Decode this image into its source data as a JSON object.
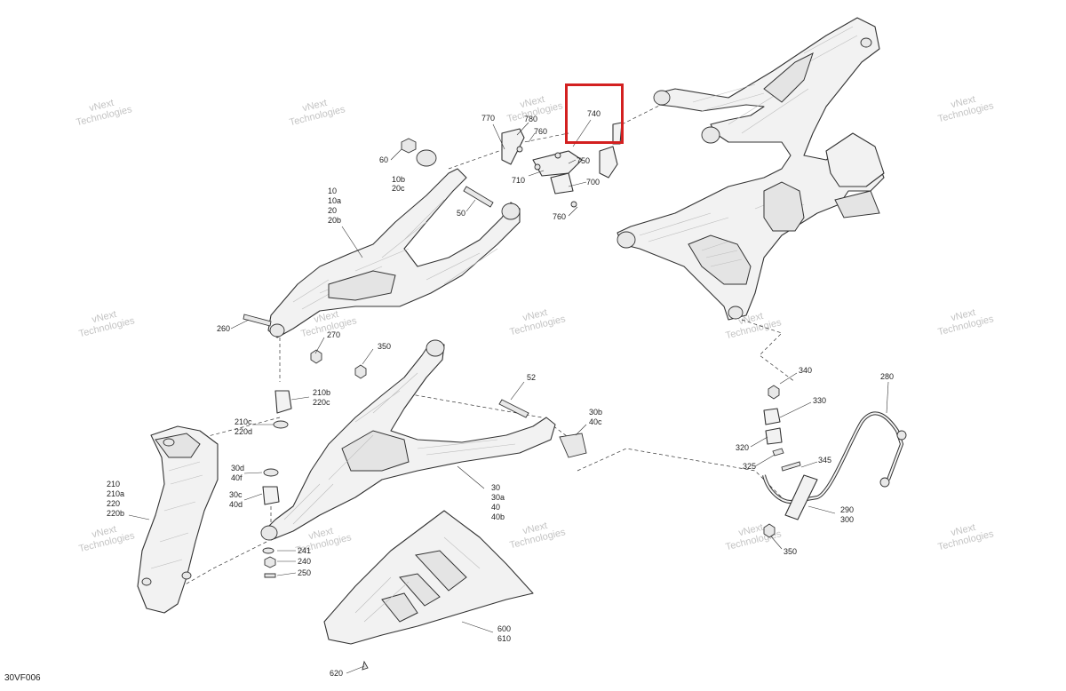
{
  "diagram": {
    "reference_code": "30VF006",
    "watermark_text": [
      "vNext",
      "Technologies"
    ],
    "highlight_color": "#d32020",
    "callouts": [
      {
        "id": "c740",
        "text": "740"
      },
      {
        "id": "c770",
        "text": "770"
      },
      {
        "id": "c780",
        "text": "780"
      },
      {
        "id": "c760a",
        "text": "760"
      },
      {
        "id": "c750",
        "text": "750"
      },
      {
        "id": "c710",
        "text": "710"
      },
      {
        "id": "c700",
        "text": "700"
      },
      {
        "id": "c760b",
        "text": "760"
      },
      {
        "id": "c60",
        "text": "60"
      },
      {
        "id": "c10b",
        "text": "10b"
      },
      {
        "id": "c20c",
        "text": "20c"
      },
      {
        "id": "c50",
        "text": "50"
      },
      {
        "id": "c10",
        "text": "10"
      },
      {
        "id": "c10a",
        "text": "10a"
      },
      {
        "id": "c20",
        "text": "20"
      },
      {
        "id": "c20b",
        "text": "20b"
      },
      {
        "id": "c260",
        "text": "260"
      },
      {
        "id": "c270",
        "text": "270"
      },
      {
        "id": "c350a",
        "text": "350"
      },
      {
        "id": "c52",
        "text": "52"
      },
      {
        "id": "c210b",
        "text": "210b"
      },
      {
        "id": "c220c",
        "text": "220c"
      },
      {
        "id": "c210c",
        "text": "210c"
      },
      {
        "id": "c220d",
        "text": "220d"
      },
      {
        "id": "c30b",
        "text": "30b"
      },
      {
        "id": "c40c",
        "text": "40c"
      },
      {
        "id": "c30d",
        "text": "30d"
      },
      {
        "id": "c40f",
        "text": "40f"
      },
      {
        "id": "c30c",
        "text": "30c"
      },
      {
        "id": "c40d",
        "text": "40d"
      },
      {
        "id": "c210",
        "text": "210"
      },
      {
        "id": "c210a",
        "text": "210a"
      },
      {
        "id": "c220",
        "text": "220"
      },
      {
        "id": "c220b",
        "text": "220b"
      },
      {
        "id": "c30",
        "text": "30"
      },
      {
        "id": "c30a",
        "text": "30a"
      },
      {
        "id": "c40",
        "text": "40"
      },
      {
        "id": "c40b",
        "text": "40b"
      },
      {
        "id": "c241",
        "text": "241"
      },
      {
        "id": "c240",
        "text": "240"
      },
      {
        "id": "c250",
        "text": "250"
      },
      {
        "id": "c600",
        "text": "600"
      },
      {
        "id": "c610",
        "text": "610"
      },
      {
        "id": "c620",
        "text": "620"
      },
      {
        "id": "c340",
        "text": "340"
      },
      {
        "id": "c330",
        "text": "330"
      },
      {
        "id": "c280",
        "text": "280"
      },
      {
        "id": "c320",
        "text": "320"
      },
      {
        "id": "c325",
        "text": "325"
      },
      {
        "id": "c345",
        "text": "345"
      },
      {
        "id": "c290",
        "text": "290"
      },
      {
        "id": "c300",
        "text": "300"
      },
      {
        "id": "c350b",
        "text": "350"
      }
    ]
  }
}
